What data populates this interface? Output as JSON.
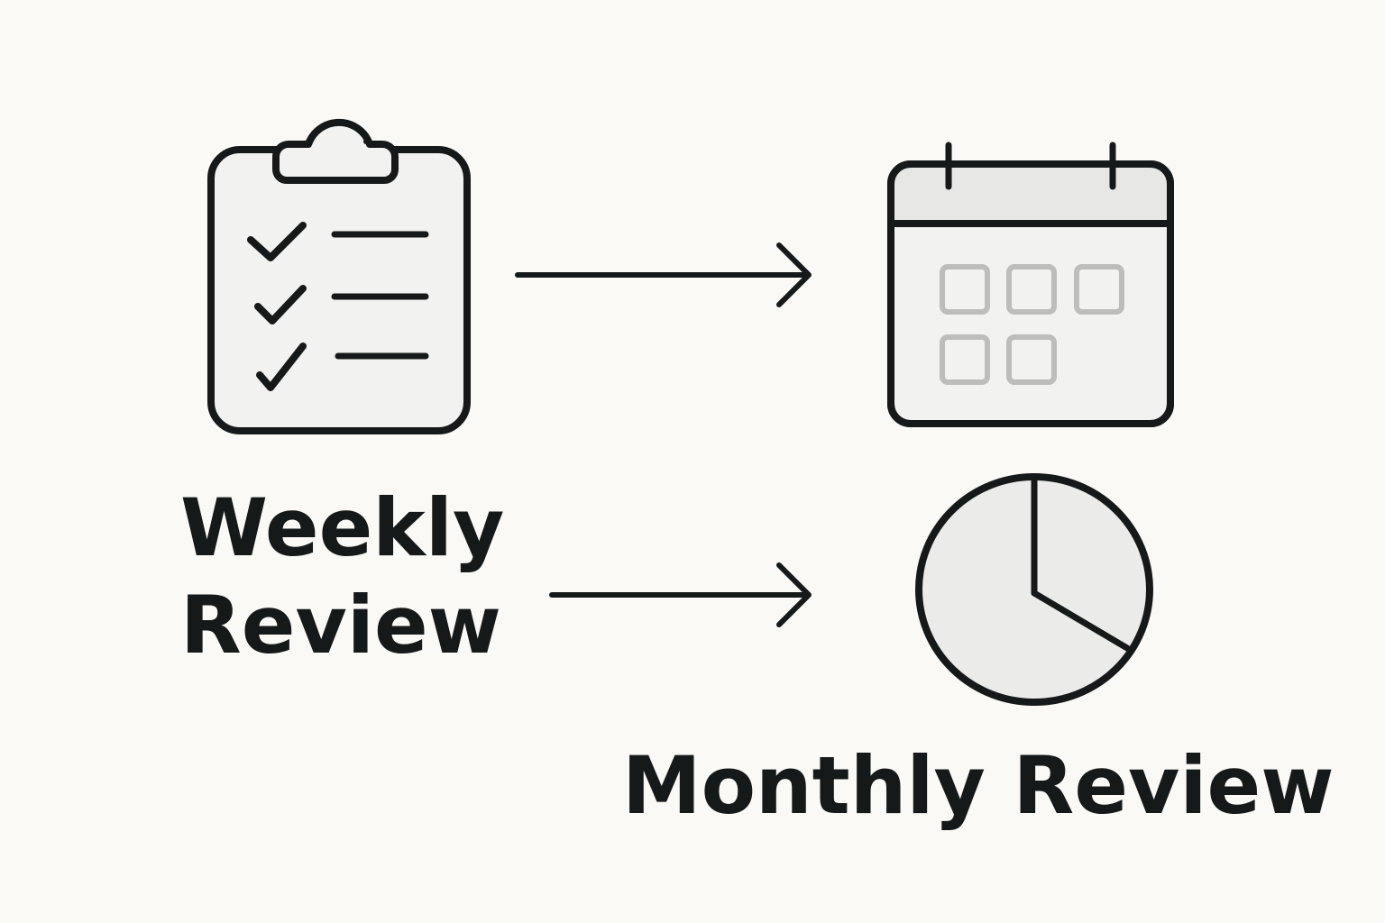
{
  "labels": {
    "weekly_line1": "Weekly",
    "weekly_line2": "Review",
    "monthly": "Monthly Review"
  },
  "icons": {
    "clipboard": "clipboard-checklist-icon",
    "calendar": "calendar-icon",
    "pie": "pie-chart-icon",
    "arrow": "arrow-right-icon"
  },
  "colors": {
    "background": "#faf9f6",
    "stroke": "#16191a",
    "icon_fill": "#f2f2f0",
    "calendar_header": "#e7e7e5",
    "calendar_cells": "#bdbdbb",
    "pie_fill": "#ebebe9"
  }
}
